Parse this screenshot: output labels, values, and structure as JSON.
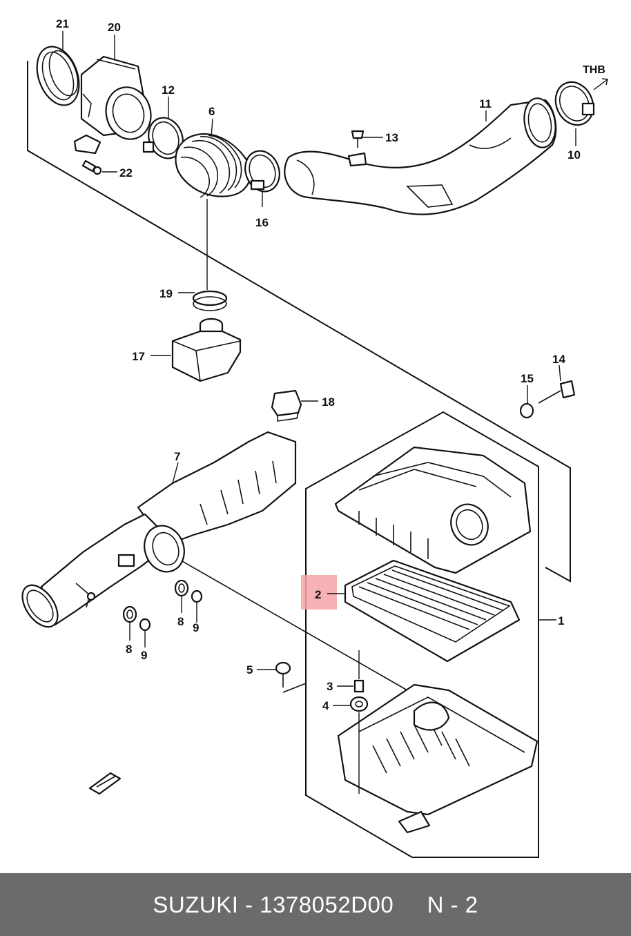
{
  "diagram": {
    "direction_label": "THB",
    "callouts": {
      "c1": "1",
      "c2": "2",
      "c3": "3",
      "c4": "4",
      "c5": "5",
      "c6": "6",
      "c7": "7",
      "c8a": "8",
      "c8b": "8",
      "c9a": "9",
      "c9b": "9",
      "c10": "10",
      "c11": "11",
      "c12": "12",
      "c13": "13",
      "c14": "14",
      "c15": "15",
      "c16": "16",
      "c17": "17",
      "c18": "18",
      "c19": "19",
      "c20": "20",
      "c21": "21",
      "c22": "22"
    },
    "highlighted_part": "2"
  },
  "footer": {
    "text": "SUZUKI - 1378052D00     N - 2"
  },
  "colors": {
    "footer_bg": "#6b6b6b",
    "highlight": "#f4a3a8",
    "line": "#111111"
  }
}
